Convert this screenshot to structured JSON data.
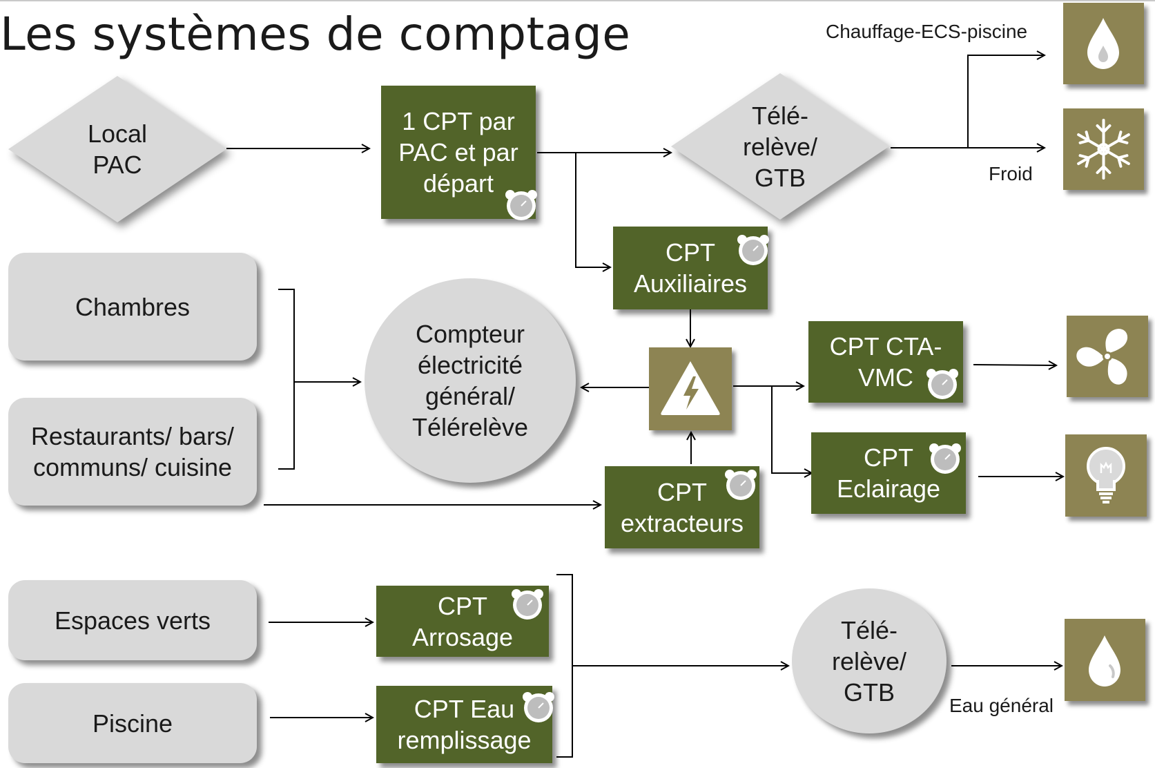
{
  "title": "Les systèmes de comptage",
  "nodes": {
    "local_pac": "Local\nPAC",
    "cpt_pac": "1 CPT par\nPAC et par\ndépart",
    "telereleve_top": "Télé-\nrelève/\nGTB",
    "cpt_auxiliaires": "CPT\nAuxiliaires",
    "chambres": "Chambres",
    "restaurants": "Restaurants/ bars/\ncommuns/ cuisine",
    "compteur_general": "Compteur\nélectricité\ngénéral/\nTélérelève",
    "cpt_cta_vmc": "CPT CTA-\nVMC",
    "cpt_eclairage": "CPT\nEclairage",
    "cpt_extracteurs": "CPT\nextracteurs",
    "espaces_verts": "Espaces verts",
    "piscine": "Piscine",
    "cpt_arrosage": "CPT\nArrosage",
    "cpt_eau_remplissage": "CPT Eau\nremplissage",
    "telereleve_bottom": "Télé-\nrelève/\nGTB"
  },
  "labels": {
    "chauffage": "Chauffage-ECS-piscine",
    "froid": "Froid",
    "eau_general": "Eau général"
  },
  "icons": [
    "water-drop-icon",
    "snowflake-icon",
    "fan-icon",
    "light-bulb-icon",
    "electric-hazard-icon",
    "meter-icon"
  ],
  "colors": {
    "box_green": "#526429",
    "icon_olive": "#8d8453",
    "shape_gray": "#d9d9d9"
  }
}
